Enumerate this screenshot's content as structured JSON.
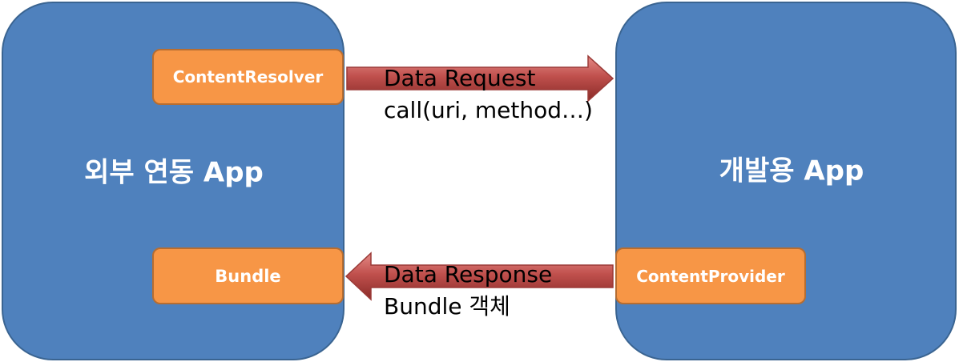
{
  "left_app": {
    "title": "외부 연동 App",
    "top_component": "ContentResolver",
    "bottom_component": "Bundle"
  },
  "right_app": {
    "title": "개발용 App",
    "component": "ContentProvider"
  },
  "request_arrow": {
    "label": "Data Request",
    "sublabel": "call(uri,  method…)"
  },
  "response_arrow": {
    "label": "Data Response",
    "sublabel": "Bundle  객체"
  },
  "colors": {
    "app_fill": "#4f81bd",
    "component_fill": "#f79646",
    "arrow_fill": "#c0504d"
  }
}
